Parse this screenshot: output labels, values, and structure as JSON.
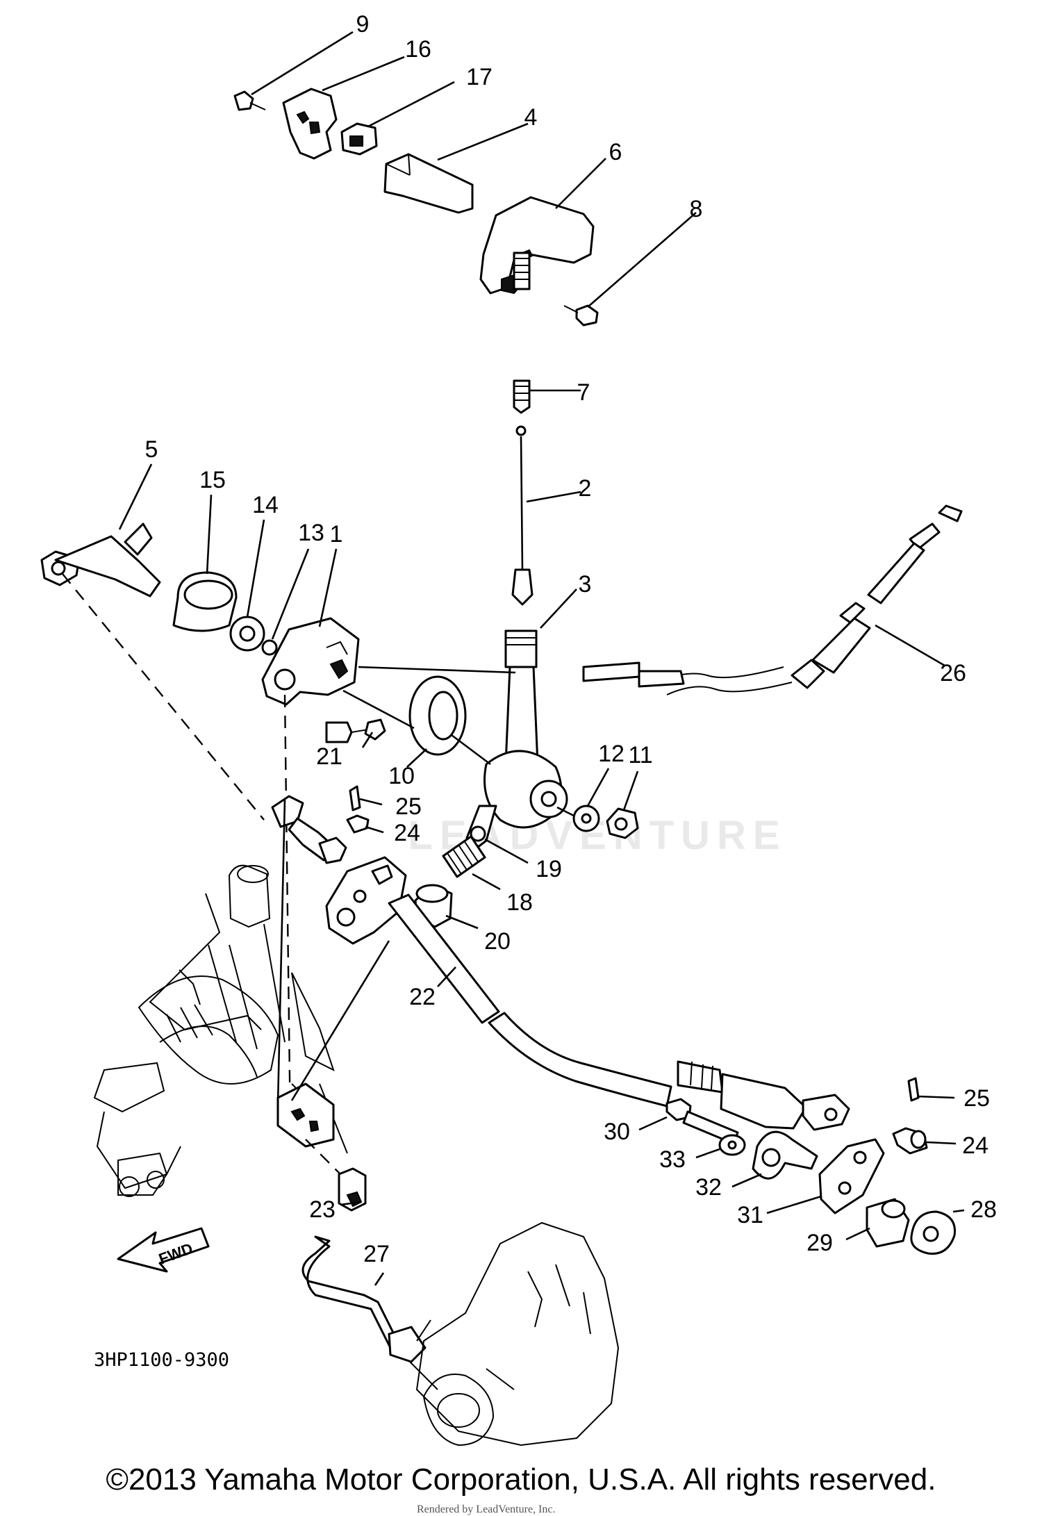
{
  "diagram": {
    "callouts": [
      "9",
      "16",
      "17",
      "4",
      "6",
      "8",
      "7",
      "2",
      "3",
      "5",
      "15",
      "14",
      "13",
      "1",
      "26",
      "21",
      "10",
      "12",
      "11",
      "25",
      "24",
      "19",
      "18",
      "20",
      "22",
      "25",
      "24",
      "30",
      "33",
      "32",
      "31",
      "29",
      "28",
      "23",
      "27"
    ],
    "code": "3HP1100-9300",
    "fwd_label": "FWD",
    "watermark": "LEADVENTURE"
  },
  "footer": {
    "copyright": "©2013 Yamaha Motor Corporation, U.S.A. All rights reserved.",
    "rendered_by": "Rendered by LeadVenture, Inc."
  }
}
